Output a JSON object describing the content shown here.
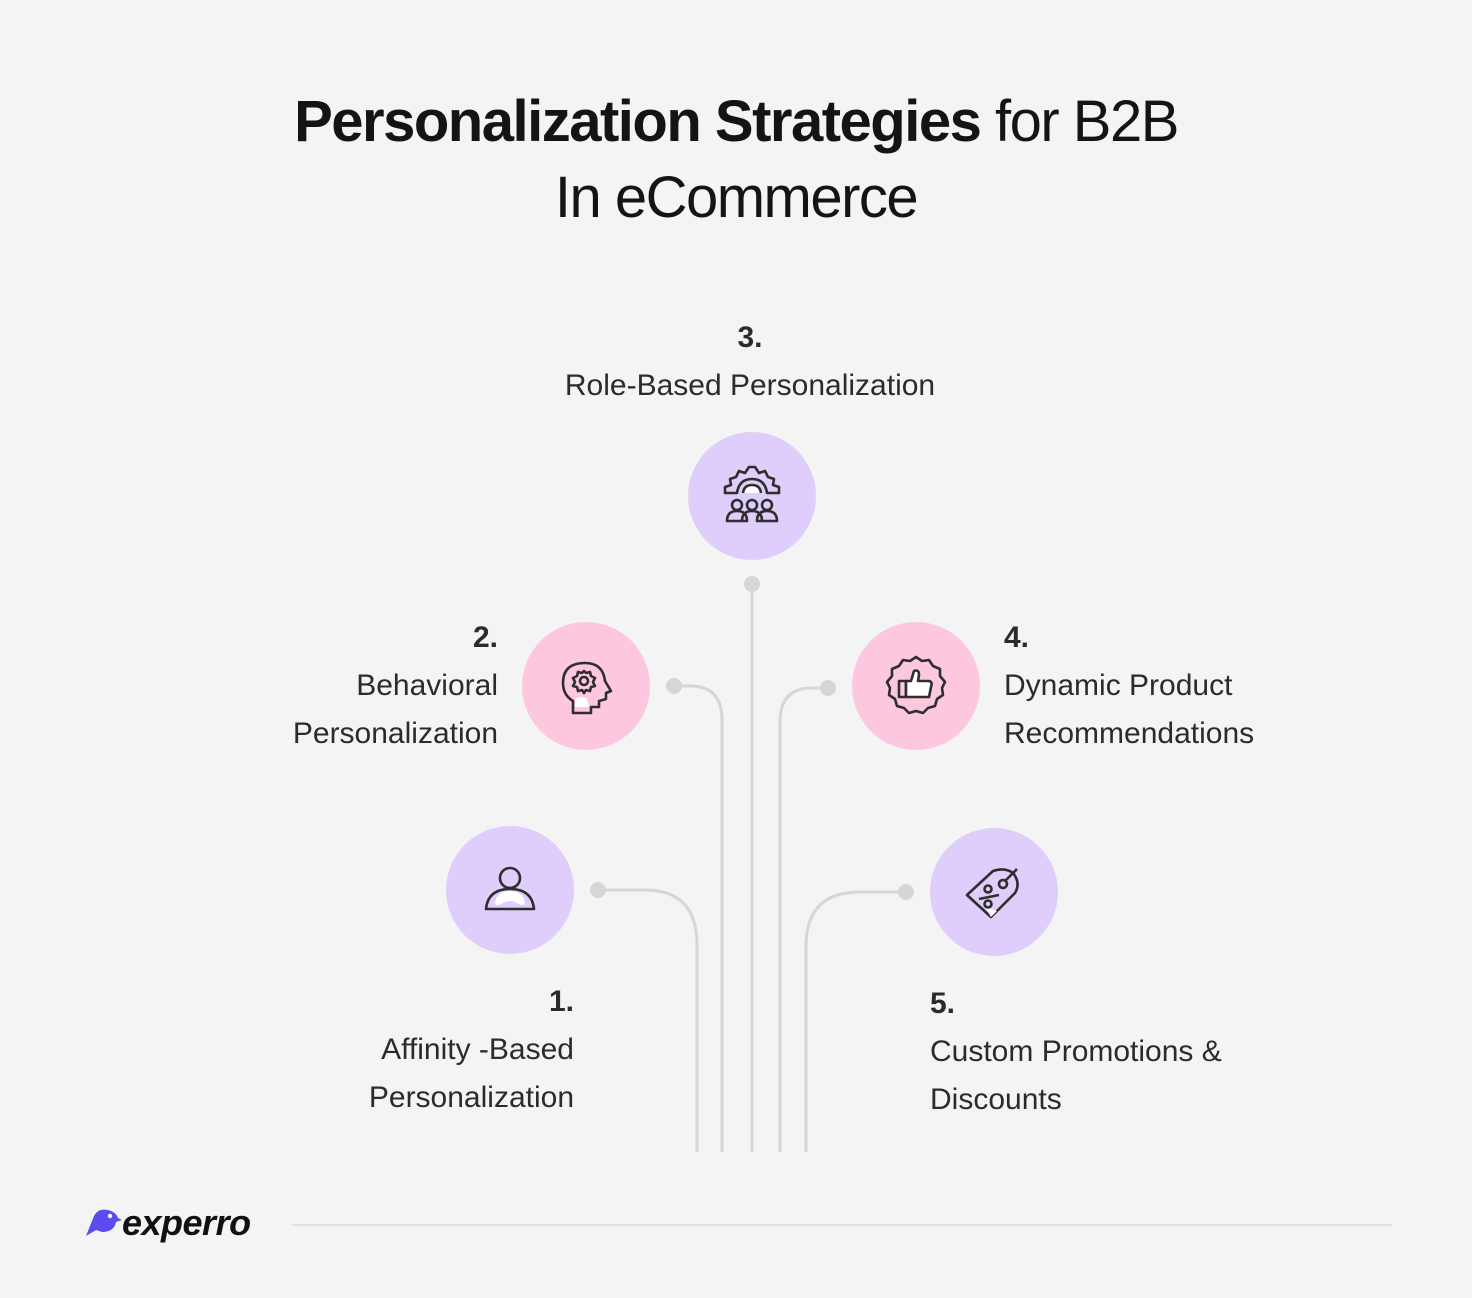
{
  "title": {
    "bold_part": "Personalization Strategies",
    "light_part": " for B2B",
    "line2": "In eCommerce"
  },
  "strategies": [
    {
      "num": "1.",
      "line1": "Affinity -Based",
      "line2": "Personalization",
      "icon": "user-icon",
      "color": "#dfcdfb"
    },
    {
      "num": "2.",
      "line1": "Behavioral",
      "line2": "Personalization",
      "icon": "head-gear-icon",
      "color": "#fdc8df"
    },
    {
      "num": "3.",
      "line1": "Role-Based Personalization",
      "icon": "gear-team-icon",
      "color": "#dfcdfb"
    },
    {
      "num": "4.",
      "line1": "Dynamic Product",
      "line2": "Recommendations",
      "icon": "thumbs-up-badge-icon",
      "color": "#fdc8df"
    },
    {
      "num": "5.",
      "line1": "Custom Promotions &",
      "line2": "Discounts",
      "icon": "discount-tag-icon",
      "color": "#dfcdfb"
    }
  ],
  "colors": {
    "background": "#f4f4f4",
    "lavender": "#dfcdfb",
    "pink": "#fdc8df",
    "connector": "#d6d6d6",
    "brand": "#5b4cf0"
  },
  "footer": {
    "logo_text": "experro"
  }
}
